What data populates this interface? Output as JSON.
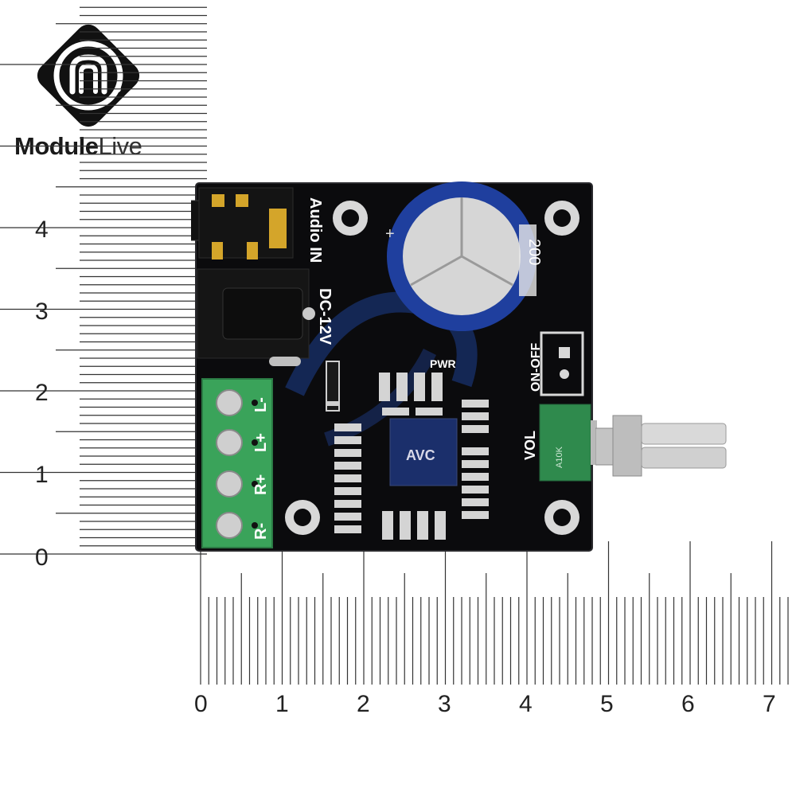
{
  "logo": {
    "brand_bold": "Module",
    "brand_light": "Live"
  },
  "ruler_vertical": {
    "labels": [
      "0",
      "1",
      "2",
      "3",
      "4"
    ]
  },
  "ruler_horizontal": {
    "labels": [
      "0",
      "1",
      "2",
      "3",
      "4",
      "5",
      "6",
      "7"
    ]
  },
  "board": {
    "audio_in": "Audio IN",
    "dc_label": "DC-12V",
    "pwr_label": "PWR",
    "on_off": "ON-OFF",
    "vol": "VOL",
    "terminals": [
      "L-",
      "L+",
      "R+",
      "R-"
    ],
    "chip_text": "AVC",
    "cap_text": "200",
    "pot_text": "A10K"
  },
  "colors": {
    "board": "#0b0b0d",
    "terminal": "#3aa35a",
    "pot": "#2f8a4d",
    "capacitor": "#1f3f9e",
    "gold": "#d4a52a"
  }
}
